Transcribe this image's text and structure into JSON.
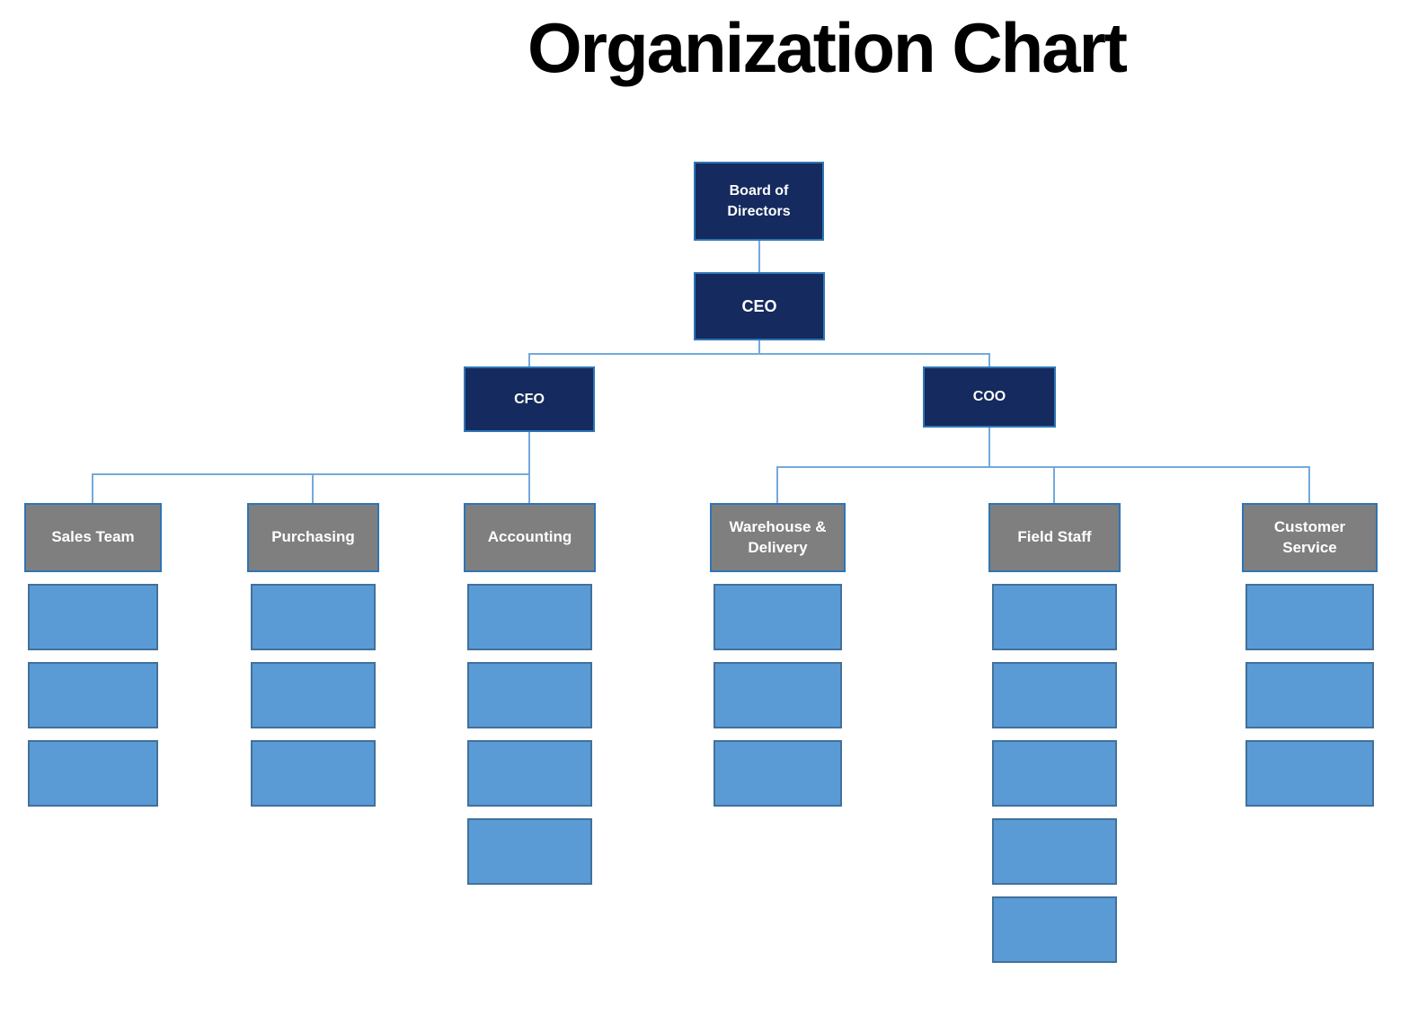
{
  "title": "Organization Chart",
  "nodes": {
    "board": {
      "label": "Board of Directors"
    },
    "ceo": {
      "label": "CEO"
    },
    "cfo": {
      "label": "CFO"
    },
    "coo": {
      "label": "COO"
    }
  },
  "departments": [
    {
      "label": "Sales Team",
      "parent": "CFO",
      "empty_slots": 3
    },
    {
      "label": "Purchasing",
      "parent": "CFO",
      "empty_slots": 3
    },
    {
      "label": "Accounting",
      "parent": "CFO",
      "empty_slots": 4
    },
    {
      "label": "Warehouse & Delivery",
      "parent": "COO",
      "empty_slots": 3
    },
    {
      "label": "Field Staff",
      "parent": "COO",
      "empty_slots": 5
    },
    {
      "label": "Customer Service",
      "parent": "COO",
      "empty_slots": 3
    }
  ],
  "colors": {
    "executive_fill": "#152a5e",
    "executive_border": "#2e75b6",
    "department_fill": "#7f7f7f",
    "department_border": "#2e75b6",
    "slot_fill": "#5b9bd5",
    "slot_border": "#41719c",
    "connector": "#74a9dc",
    "title_color": "#000000",
    "node_text": "#ffffff"
  }
}
